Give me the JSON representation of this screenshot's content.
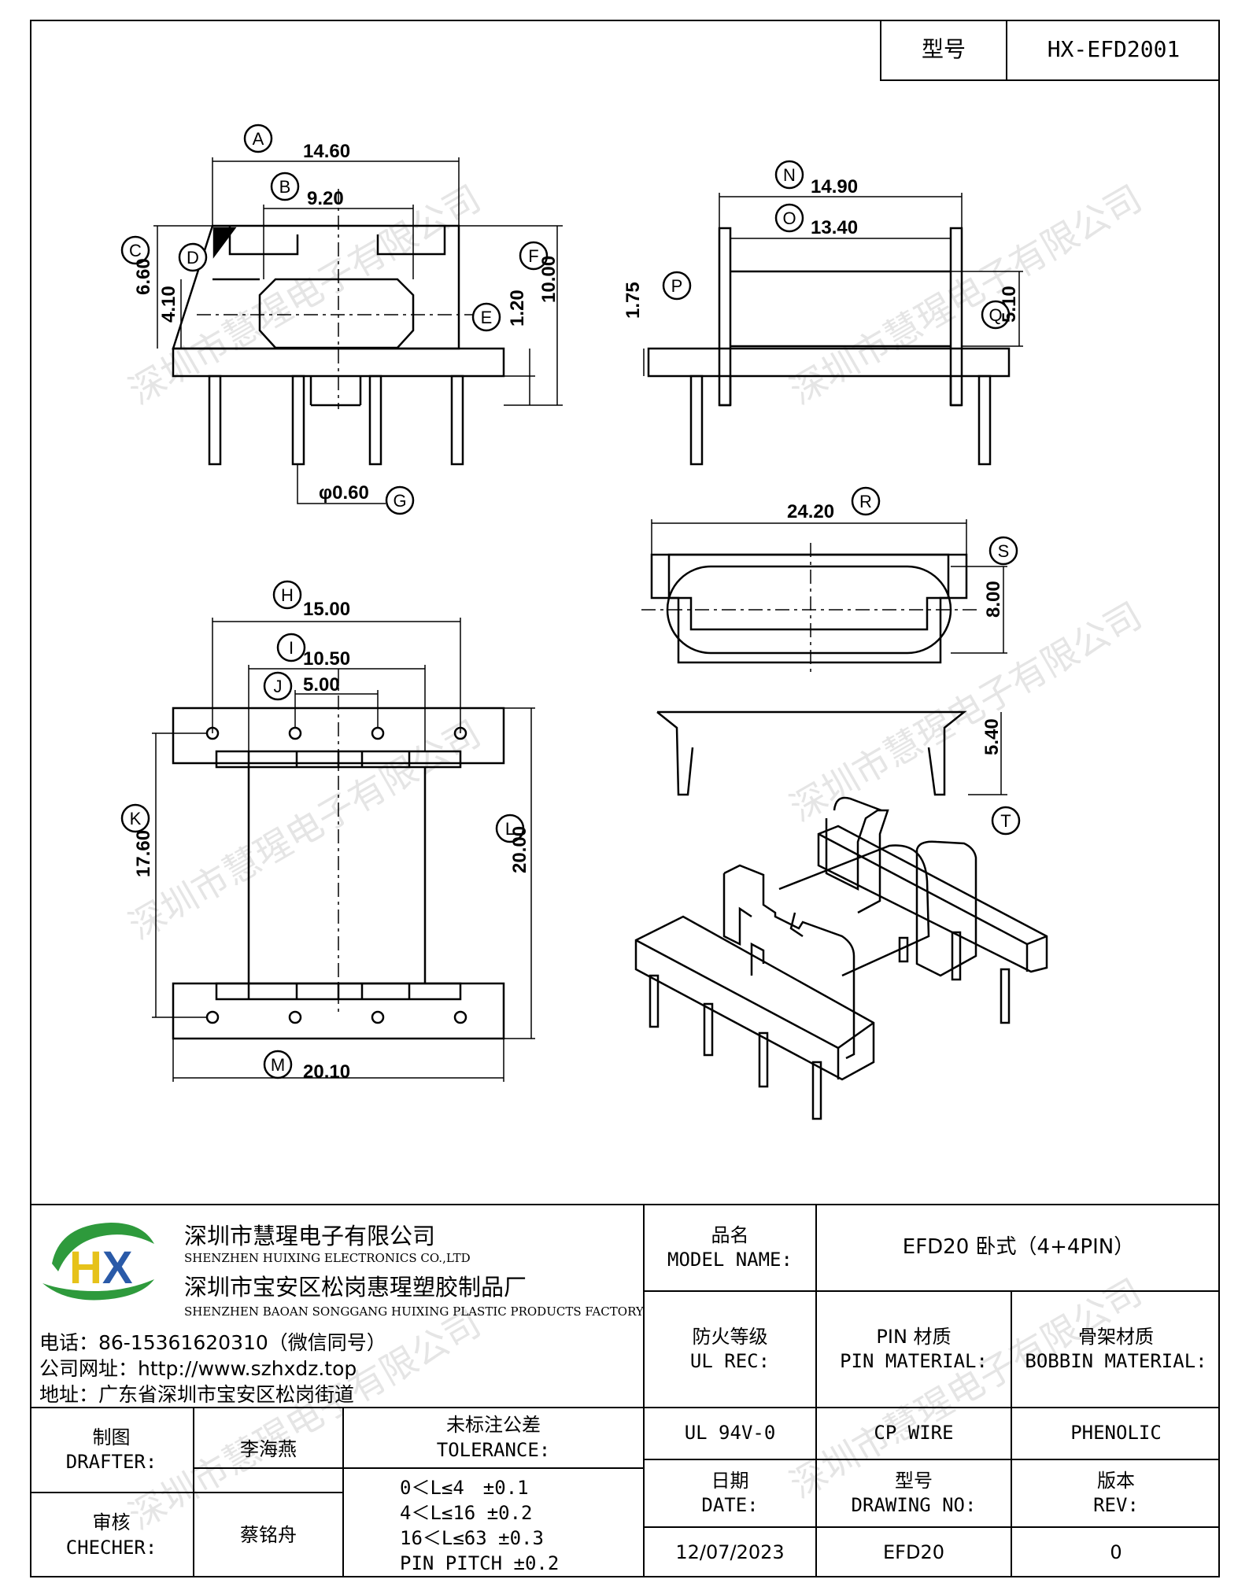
{
  "header": {
    "model_label": "型号",
    "model_value": "HX-EFD2001"
  },
  "watermark": "深圳市慧瑆电子有限公司",
  "drawing": {
    "front_view": {
      "dims": {
        "A": "14.60",
        "B": "9.20",
        "C": "6.60",
        "D": "4.10",
        "E": "1.20",
        "F": "10.00",
        "G": "φ0.60"
      },
      "letters": [
        "A",
        "B",
        "C",
        "D",
        "E",
        "F",
        "G"
      ]
    },
    "side_view": {
      "dims": {
        "N": "14.90",
        "O": "13.40",
        "P": "1.75",
        "Q": "5.10"
      },
      "letters": [
        "N",
        "O",
        "P",
        "Q"
      ]
    },
    "top_view": {
      "dims": {
        "H": "15.00",
        "I": "10.50",
        "J": "5.00",
        "K": "17.60",
        "L": "20.00",
        "M": "20.10"
      },
      "letters": [
        "H",
        "I",
        "J",
        "K",
        "L",
        "M"
      ]
    },
    "clip_view": {
      "dims": {
        "R": "24.20",
        "S": "8.00",
        "T": "5.40"
      },
      "letters": [
        "R",
        "S",
        "T"
      ]
    }
  },
  "company": {
    "logo_text": "HX",
    "name_cn": "深圳市慧瑆电子有限公司",
    "name_en": "SHENZHEN HUIXING ELECTRONICS CO.,LTD",
    "factory_cn": "深圳市宝安区松岗惠瑆塑胶制品厂",
    "factory_en": "SHENZHEN BAOAN SONGGANG HUIXING PLASTIC PRODUCTS FACTORY",
    "phone": "电话：86-15361620310（微信同号）",
    "website": "公司网址：http://www.szhxdz.top",
    "address": "地址：广东省深圳市宝安区松岗街道",
    "colors": {
      "green": "#2e9a3c",
      "yellow": "#e6c21a",
      "blue": "#2a5aa8"
    }
  },
  "title_block": {
    "model_name_cn": "品名",
    "model_name_en": "MODEL NAME:",
    "model_name_value": "EFD20 卧式（4+4PIN）",
    "ul_cn": "防火等级",
    "ul_en": "UL REC:",
    "ul_value": "UL 94V-0",
    "pin_cn": "PIN 材质",
    "pin_en": "PIN MATERIAL:",
    "pin_value": "CP WIRE",
    "bobbin_cn": "骨架材质",
    "bobbin_en": "BOBBIN MATERIAL:",
    "bobbin_value": "PHENOLIC",
    "drafter_cn": "制图",
    "drafter_en": "DRAFTER:",
    "drafter_name": "李海燕",
    "checker_cn": "审核",
    "checker_en": "CHECHER:",
    "checker_name": "蔡铭舟",
    "tolerance_cn": "未标注公差",
    "tolerance_en": "TOLERANCE:",
    "tolerance_rows": [
      "0＜L≤4　±0.1",
      "4＜L≤16 ±0.2",
      "16＜L≤63 ±0.3",
      "PIN PITCH ±0.2"
    ],
    "date_cn": "日期",
    "date_en": "DATE:",
    "date_value": "12/07/2023",
    "drawing_no_cn": "型号",
    "drawing_no_en": "DRAWING NO:",
    "drawing_no_value": "EFD20",
    "rev_cn": "版本",
    "rev_en": "REV:",
    "rev_value": "0"
  }
}
